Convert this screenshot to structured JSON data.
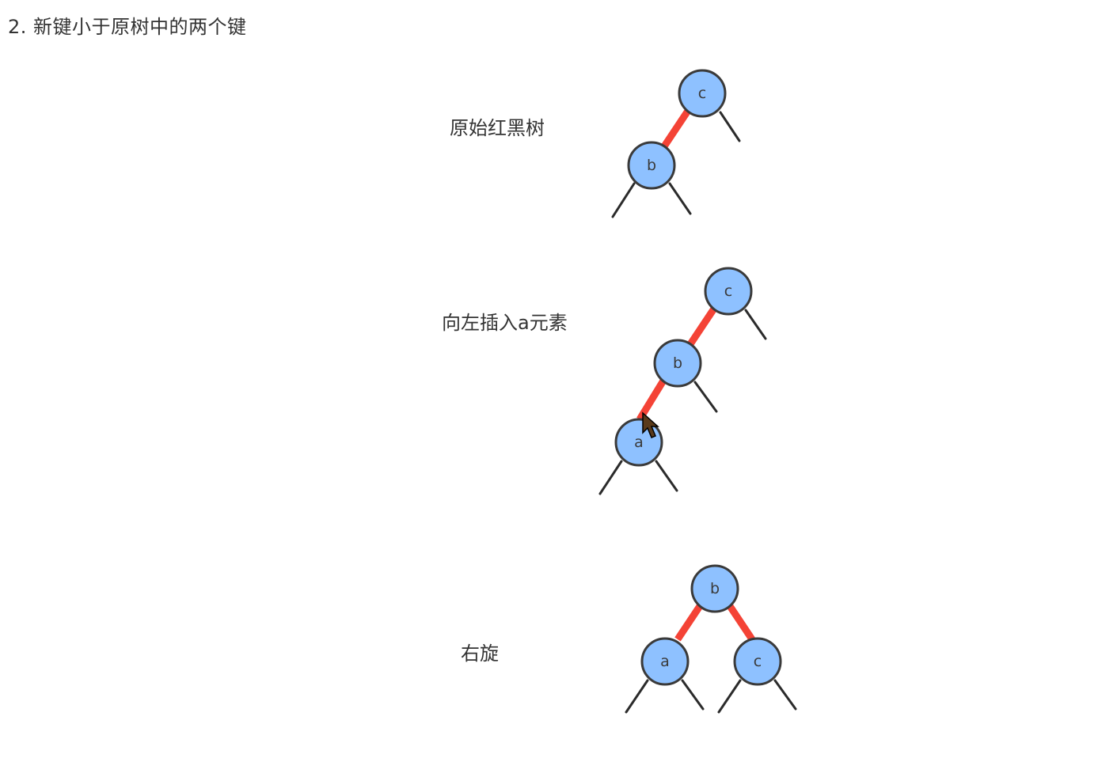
{
  "heading": "2. 新键小于原树中的两个键",
  "steps": [
    {
      "label": "原始红黑树",
      "nodes": [
        "c",
        "b"
      ]
    },
    {
      "label": "向左插入a元素",
      "nodes": [
        "c",
        "b",
        "a"
      ]
    },
    {
      "label": "右旋",
      "nodes": [
        "b",
        "a",
        "c"
      ]
    }
  ],
  "colors": {
    "node_fill": "#8ec1ff",
    "node_stroke": "#3a3a3a",
    "red_link": "#f44336",
    "black_link": "#2b2b2b"
  }
}
